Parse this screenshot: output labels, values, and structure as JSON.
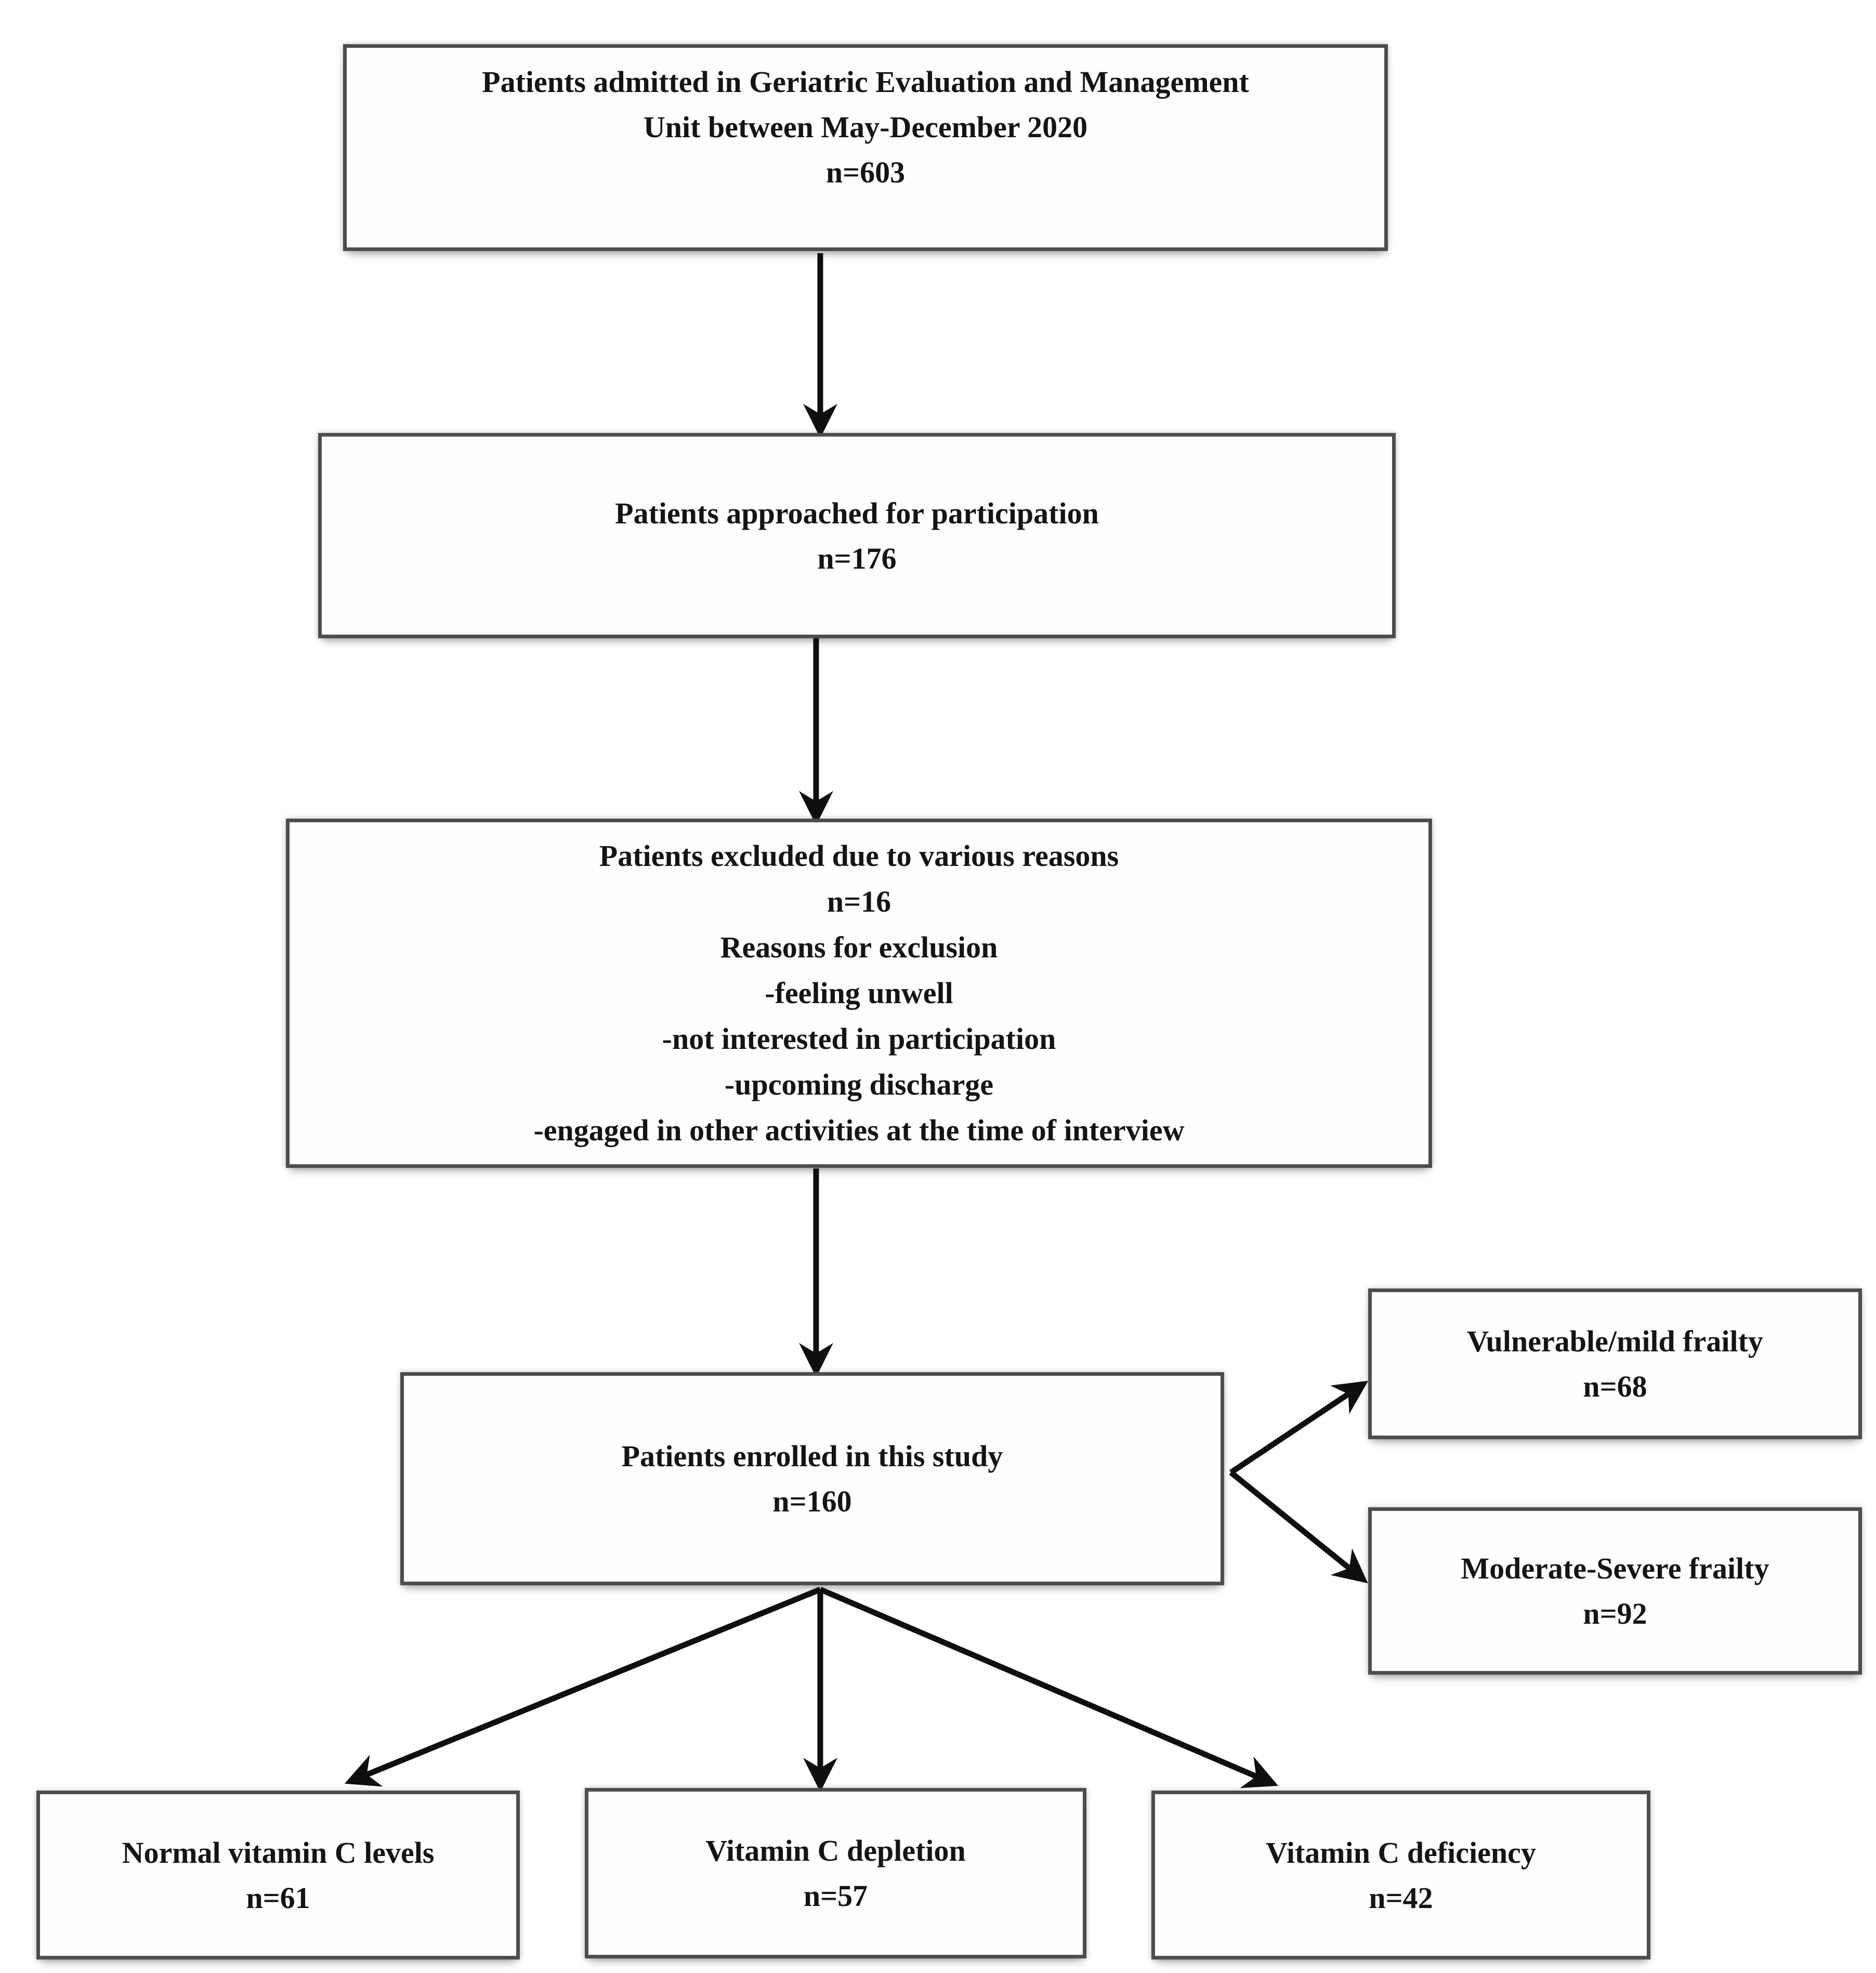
{
  "figure": {
    "type": "flowchart",
    "background_color": "#ffffff",
    "box_border_color": "#4d4d4d",
    "box_fill_color": "#fefefe",
    "text_color": "#141414",
    "arrow_color": "#0f0f0f"
  },
  "nodes": {
    "admitted": {
      "lines": [
        "Patients admitted in Geriatric Evaluation and Management",
        "Unit between May-December 2020",
        "n=603"
      ]
    },
    "approached": {
      "lines": [
        "Patients approached for participation",
        "n=176"
      ]
    },
    "excluded": {
      "lines": [
        "Patients excluded due to various reasons",
        "n=16",
        "Reasons for exclusion",
        "-feeling unwell",
        "-not interested in participation",
        "-upcoming discharge",
        "-engaged in other activities at the time of interview"
      ]
    },
    "enrolled": {
      "lines": [
        "Patients enrolled in this study",
        "n=160"
      ]
    },
    "vulnerable_mild_frailty": {
      "lines": [
        "Vulnerable/mild frailty",
        "n=68"
      ]
    },
    "moderate_severe_frailty": {
      "lines": [
        "Moderate-Severe frailty",
        "n=92"
      ]
    },
    "normal_vitamin_c_levels": {
      "lines": [
        "Normal vitamin C levels",
        "n=61"
      ]
    },
    "vitamin_c_depletion": {
      "lines": [
        "Vitamin C depletion",
        "n=57"
      ]
    },
    "vitamin_c_deficiency": {
      "lines": [
        "Vitamin C deficiency",
        "n=42"
      ]
    }
  },
  "edges": [
    {
      "from": "admitted",
      "to": "approached"
    },
    {
      "from": "approached",
      "to": "excluded"
    },
    {
      "from": "excluded",
      "to": "enrolled"
    },
    {
      "from": "enrolled",
      "to": "vulnerable_mild_frailty"
    },
    {
      "from": "enrolled",
      "to": "moderate_severe_frailty"
    },
    {
      "from": "enrolled",
      "to": "normal_vitamin_c_levels"
    },
    {
      "from": "enrolled",
      "to": "vitamin_c_depletion"
    },
    {
      "from": "enrolled",
      "to": "vitamin_c_deficiency"
    }
  ]
}
